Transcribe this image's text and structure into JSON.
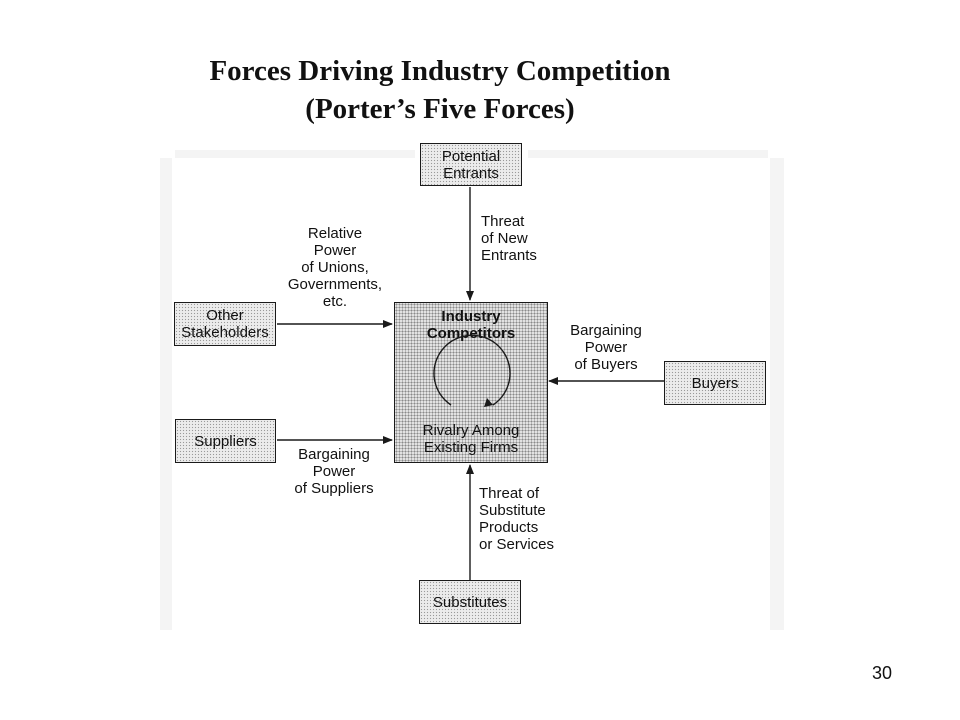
{
  "title": {
    "line1": "Forces Driving Industry Competition",
    "line2": "(Porter’s Five Forces)"
  },
  "boxes": {
    "potential_entrants": [
      "Potential",
      "Entrants"
    ],
    "other_stakeholders": [
      "Other",
      "Stakeholders"
    ],
    "suppliers": [
      "Suppliers"
    ],
    "buyers": [
      "Buyers"
    ],
    "substitutes": [
      "Substitutes"
    ]
  },
  "center": {
    "title": [
      "Industry",
      "Competitors"
    ],
    "rivalry": [
      "Rivalry Among",
      "Existing Firms"
    ]
  },
  "labels": {
    "threat_new_entrants": [
      "Threat",
      "of New",
      "Entrants"
    ],
    "relative_power": [
      "Relative",
      "Power",
      "of Unions,",
      "Governments,",
      "etc."
    ],
    "power_buyers": [
      "Bargaining",
      "Power",
      "of Buyers"
    ],
    "power_suppliers": [
      "Bargaining",
      "Power",
      "of Suppliers"
    ],
    "threat_substitutes": [
      "Threat of",
      "Substitute",
      "Products",
      "or Services"
    ]
  },
  "page_number": "30"
}
